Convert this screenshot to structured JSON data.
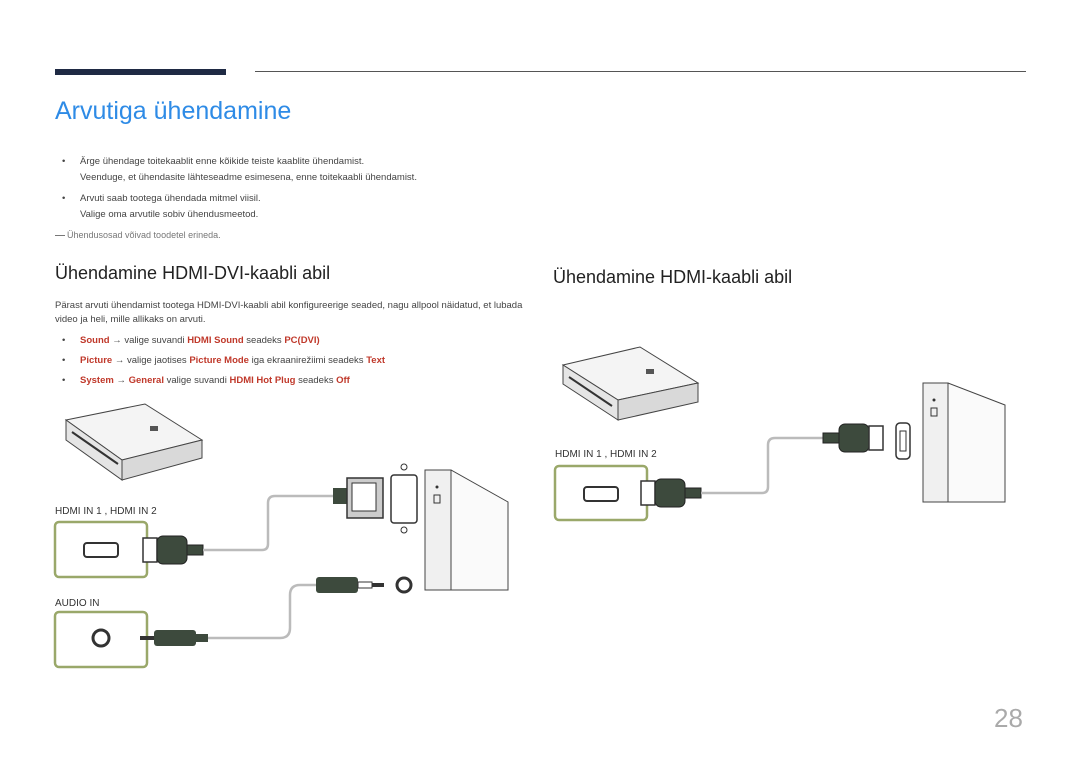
{
  "title": "Arvutiga ühendamine",
  "bullets": [
    {
      "line1": "Ärge ühendage toitekaablit enne kõikide teiste kaablite ühendamist.",
      "line2": "Veenduge, et ühendasite lähteseadme esimesena, enne toitekaabli ühendamist."
    },
    {
      "line1": "Arvuti saab tootega ühendada mitmel viisil.",
      "line2": "Valige oma arvutile sobiv ühendusmeetod."
    }
  ],
  "note": "Ühendusosad võivad toodetel erineda.",
  "section_left": {
    "heading": "Ühendamine HDMI-DVI-kaabli abil",
    "paragraph": "Pärast arvuti ühendamist tootega HDMI-DVI-kaabli abil konfigureerige seaded, nagu allpool näidatud, et lubada video ja heli, mille allikaks on arvuti.",
    "steps": [
      [
        {
          "t": "Sound",
          "k": true
        },
        {
          "t": " → valige suvandi ",
          "k": false
        },
        {
          "t": "HDMI Sound",
          "k": true
        },
        {
          "t": " seadeks ",
          "k": false
        },
        {
          "t": "PC(DVI)",
          "k": true
        }
      ],
      [
        {
          "t": "Picture",
          "k": true
        },
        {
          "t": " → valige jaotises ",
          "k": false
        },
        {
          "t": "Picture Mode",
          "k": true
        },
        {
          "t": " iga ekraanirežiimi seadeks ",
          "k": false
        },
        {
          "t": "Text",
          "k": true
        }
      ],
      [
        {
          "t": "System",
          "k": true
        },
        {
          "t": " → ",
          "k": false
        },
        {
          "t": "General",
          "k": true
        },
        {
          "t": " valige suvandi ",
          "k": false
        },
        {
          "t": "HDMI Hot Plug",
          "k": true
        },
        {
          "t": " seadeks ",
          "k": false
        },
        {
          "t": "Off",
          "k": true
        }
      ]
    ],
    "hdmi_label": "HDMI IN 1 , HDMI IN 2",
    "audio_label": "AUDIO IN"
  },
  "section_right": {
    "heading": "Ühendamine HDMI-kaabli abil",
    "hdmi_label": "HDMI IN 1 , HDMI IN 2"
  },
  "page_number": "28",
  "colors": {
    "title": "#2e8be6",
    "keyword": "#c0392b",
    "port_border": "#9aa86a"
  }
}
